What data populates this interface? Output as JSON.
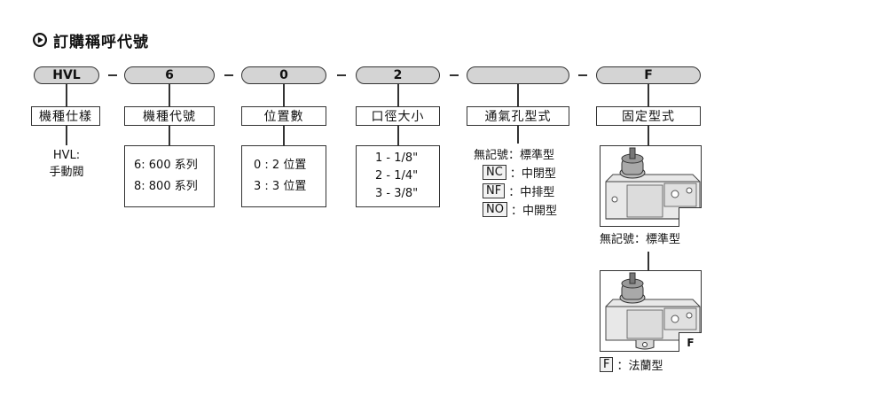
{
  "title": {
    "text": "訂購稱呼代號",
    "icon": "play-circle-icon"
  },
  "segments": {
    "s1": {
      "code": "HVL",
      "label": "機種仕樣",
      "desc_l1": "HVL:",
      "desc_l2": "手動閥"
    },
    "s2": {
      "code": "6",
      "label": "機種代號",
      "opt1": "6: 600 系列",
      "opt2": "8: 800 系列"
    },
    "s3": {
      "code": "0",
      "label": "位置數",
      "opt1": "0 : 2 位置",
      "opt2": "3 : 3 位置"
    },
    "s4": {
      "code": "2",
      "label": "口徑大小",
      "opt1": "1 - 1/8\"",
      "opt2": "2 - 1/4\"",
      "opt3": "3 - 3/8\""
    },
    "s5": {
      "code": "",
      "label": "通氣孔型式",
      "default_text": "無記號：標準型",
      "options": [
        {
          "code": "NC",
          "text": "：中閉型"
        },
        {
          "code": "NF",
          "text": "：中排型"
        },
        {
          "code": "NO",
          "text": "：中開型"
        }
      ]
    },
    "s6": {
      "code": "F",
      "label": "固定型式",
      "img1_caption": "無記號：標準型",
      "img2_tag": "F",
      "img2_code": "F",
      "img2_text": "：法蘭型"
    }
  },
  "colors": {
    "pill_fill": "#d4d4d4",
    "stroke": "#333333",
    "background": "#ffffff"
  }
}
